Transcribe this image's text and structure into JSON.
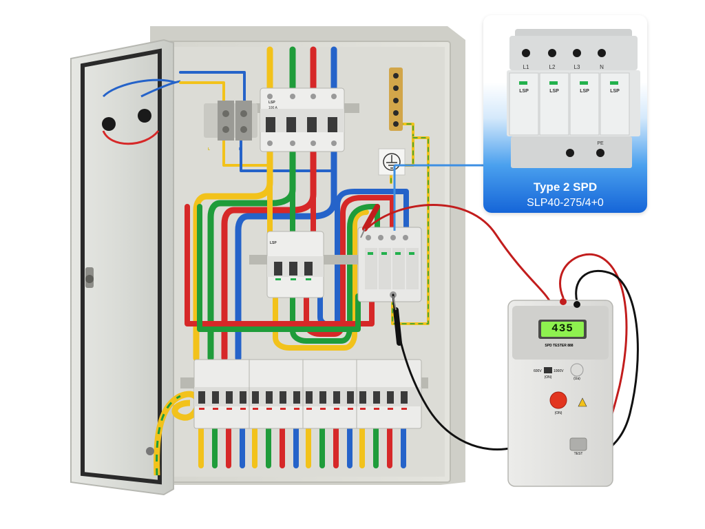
{
  "callout": {
    "title": "Type 2 SPD",
    "model": "SLP40-275/4+0",
    "brand": "LSP",
    "terminals_top": [
      "L1",
      "L2",
      "L3",
      "N"
    ],
    "terminal_bottom": "PE"
  },
  "panel": {
    "label_l": "L",
    "label_n": "N",
    "main_breaker_brand": "LSP",
    "main_breaker_rating": "100 A",
    "rcd_brand": "LSP"
  },
  "tester": {
    "display_value": "435",
    "name": "SPD TESTER 888",
    "range_low": "600V",
    "range_high": "1000V",
    "led_label": "(ON)",
    "knob_label": "(Ua)",
    "button_label": "(ON)",
    "test_label": "TEST"
  },
  "colors": {
    "l1": "#f2c21b",
    "l2": "#1f9c3a",
    "l3": "#d62828",
    "neutral": "#2563c9",
    "earth": "#f2c21b",
    "callout_blue": "#1565d8",
    "lcd": "#8ef14f"
  }
}
